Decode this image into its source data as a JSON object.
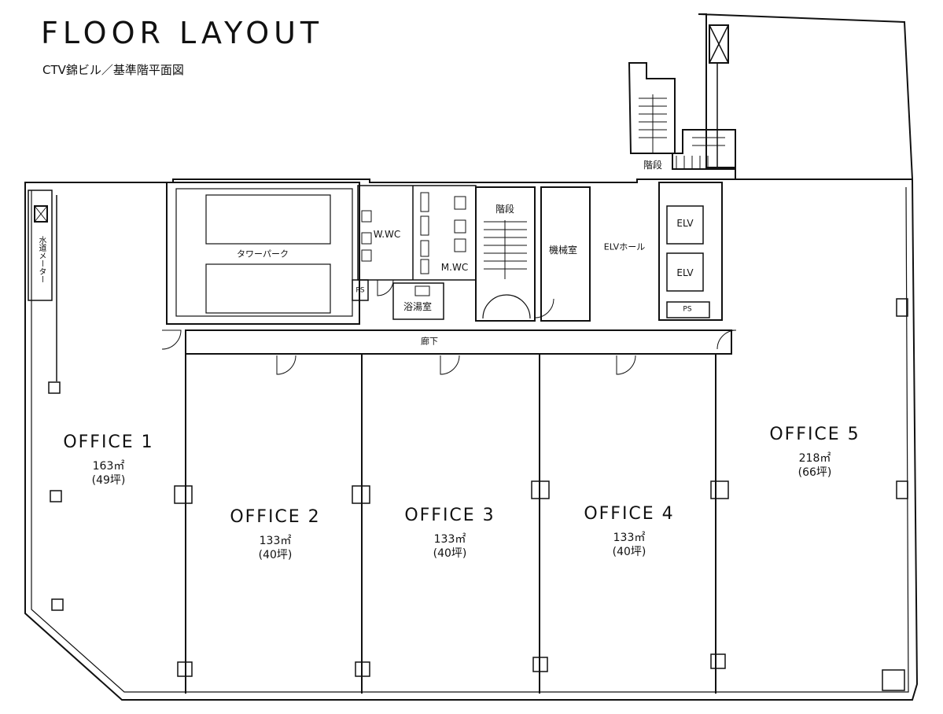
{
  "header": {
    "title": "FLOOR LAYOUT",
    "subtitle": "CTV錦ビル／基準階平面図"
  },
  "offices": [
    {
      "name": "OFFICE 1",
      "area": "163㎡",
      "tsubo": "(49坪)"
    },
    {
      "name": "OFFICE 2",
      "area": "133㎡",
      "tsubo": "(40坪)"
    },
    {
      "name": "OFFICE 3",
      "area": "133㎡",
      "tsubo": "(40坪)"
    },
    {
      "name": "OFFICE 4",
      "area": "133㎡",
      "tsubo": "(40坪)"
    },
    {
      "name": "OFFICE 5",
      "area": "218㎡",
      "tsubo": "(66坪)"
    }
  ],
  "rooms": {
    "tower_park": "タワーパーク",
    "wwc": "W.WC",
    "mwc": "M.WC",
    "ps_left": "PS",
    "bathroom": "浴湯室",
    "stairs_center": "階段",
    "machine_room": "機械室",
    "elv_hall": "ELVホール",
    "elv1": "ELV",
    "elv2": "ELV",
    "ps_right": "PS",
    "stairs_top": "階段",
    "corridor": "廊下",
    "left_vertical": "水道メーター"
  }
}
